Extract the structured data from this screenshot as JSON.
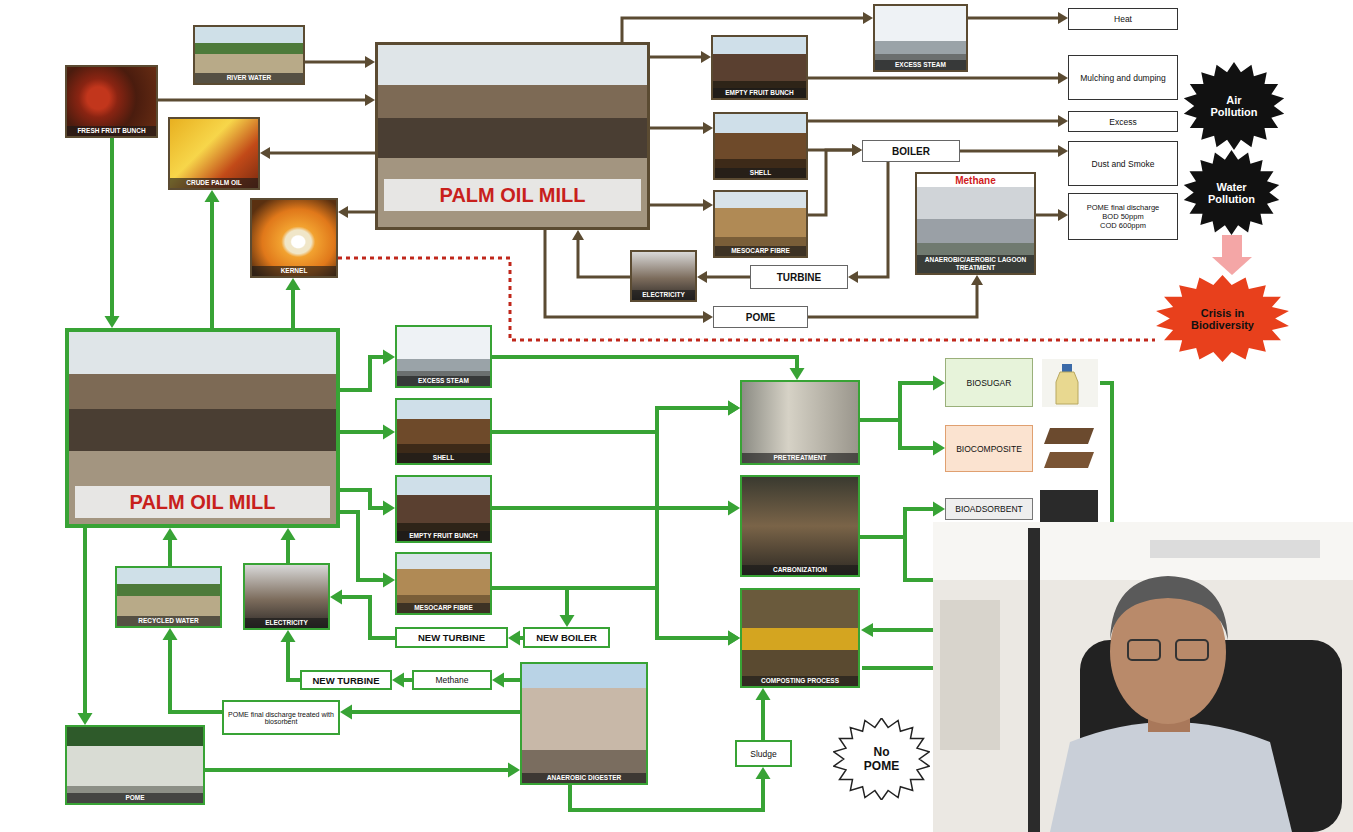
{
  "diagram": {
    "nodes": [
      {
        "text": [
          "FRESH FRUIT BUNCH"
        ]
      },
      {
        "text": [
          "RIVER WATER"
        ]
      },
      {
        "text": [
          "PALM OIL MILL"
        ]
      },
      {
        "text": [
          "CRUDE PALM OIL"
        ]
      },
      {
        "text": [
          "KERNEL"
        ]
      },
      {
        "text": [
          "EXCESS STEAM"
        ]
      },
      {
        "text": [
          "EMPTY FRUIT BUNCH"
        ]
      },
      {
        "text": [
          "SHELL"
        ]
      },
      {
        "text": [
          "MESOCARP FIBRE"
        ]
      },
      {
        "text": [
          "ELECTRICITY"
        ]
      },
      {
        "text": [
          "BOILER"
        ]
      },
      {
        "text": [
          "TURBINE"
        ]
      },
      {
        "text": [
          "POME"
        ]
      },
      {
        "text": [
          "Methane",
          "ANAEROBIC/AEROBIC LAGOON TREATMENT"
        ]
      },
      {
        "text": [
          "Heat"
        ]
      },
      {
        "text": [
          "Mulching and dumping"
        ]
      },
      {
        "text": [
          "Excess"
        ]
      },
      {
        "text": [
          "Dust and Smoke"
        ]
      },
      {
        "text": [
          "POME final discharge",
          "BOD 50ppm",
          "COD 600ppm"
        ]
      },
      {
        "text": [
          "Air Pollution"
        ]
      },
      {
        "text": [
          "Water Pollution"
        ]
      },
      {
        "text": [
          "Crisis in Biodiversity"
        ]
      },
      {
        "text": [
          "PALM OIL MILL"
        ]
      },
      {
        "text": [
          "EXCESS STEAM"
        ]
      },
      {
        "text": [
          "SHELL"
        ]
      },
      {
        "text": [
          "EMPTY FRUIT BUNCH"
        ]
      },
      {
        "text": [
          "MESOCARP FIBRE"
        ]
      },
      {
        "text": [
          "RECYCLED WATER"
        ]
      },
      {
        "text": [
          "ELECTRICITY"
        ]
      },
      {
        "text": [
          "NEW TURBINE"
        ]
      },
      {
        "text": [
          "NEW BOILER"
        ]
      },
      {
        "text": [
          "NEW TURBINE"
        ]
      },
      {
        "text": [
          "Methane"
        ]
      },
      {
        "text": [
          "POME final discharge treated with biosorbent"
        ]
      },
      {
        "text": [
          "ANAEROBIC DIGESTER"
        ]
      },
      {
        "text": [
          "POME"
        ]
      },
      {
        "text": [
          "PRETREATMENT"
        ]
      },
      {
        "text": [
          "CARBONIZATION"
        ]
      },
      {
        "text": [
          "COMPOSTING PROCESS"
        ]
      },
      {
        "text": [
          "Sludge"
        ]
      },
      {
        "text": [
          "No POME"
        ]
      },
      {
        "text": [
          "BIOSUGAR"
        ]
      },
      {
        "text": [
          "BIOCOMPOSITE"
        ]
      },
      {
        "text": [
          "BIOADSORBENT"
        ]
      }
    ],
    "edges": [
      {
        "from": 0,
        "to": 2,
        "arrow": "to"
      },
      {
        "from": 1,
        "to": 2,
        "arrow": "to"
      },
      {
        "from": 2,
        "to": 3,
        "arrow": "to"
      },
      {
        "from": 2,
        "to": 4,
        "arrow": "to"
      },
      {
        "from": 2,
        "to": 5,
        "arrow": "to"
      },
      {
        "from": 2,
        "to": 6,
        "arrow": "to"
      },
      {
        "from": 2,
        "to": 7,
        "arrow": "to"
      },
      {
        "from": 2,
        "to": 8,
        "arrow": "to"
      },
      {
        "from": 5,
        "to": 14,
        "arrow": "to"
      },
      {
        "from": 6,
        "to": 15,
        "arrow": "to"
      },
      {
        "from": 7,
        "to": 16,
        "arrow": "to"
      },
      {
        "from": 7,
        "to": 10,
        "arrow": "to"
      },
      {
        "from": 8,
        "to": 10,
        "arrow": "to"
      },
      {
        "from": 10,
        "to": 17,
        "arrow": "to"
      },
      {
        "from": 10,
        "to": 11,
        "arrow": "to"
      },
      {
        "from": 11,
        "to": 9,
        "arrow": "to"
      },
      {
        "from": 9,
        "to": 2,
        "arrow": "to"
      },
      {
        "from": 2,
        "to": 12,
        "arrow": "to"
      },
      {
        "from": 12,
        "to": 13,
        "arrow": "to"
      },
      {
        "from": 13,
        "to": 18,
        "arrow": "to"
      },
      {
        "from": 20,
        "to": 21,
        "arrow": "to"
      },
      {
        "from": 4,
        "to": 21,
        "arrow": "none"
      },
      {
        "from": 0,
        "to": 22,
        "arrow": "to"
      },
      {
        "from": 22,
        "to": 3,
        "arrow": "to"
      },
      {
        "from": 22,
        "to": 4,
        "arrow": "to"
      },
      {
        "from": 22,
        "to": 23,
        "arrow": "to"
      },
      {
        "from": 22,
        "to": 24,
        "arrow": "to"
      },
      {
        "from": 22,
        "to": 25,
        "arrow": "to"
      },
      {
        "from": 22,
        "to": 26,
        "arrow": "to"
      },
      {
        "from": 23,
        "to": 36,
        "arrow": "to"
      },
      {
        "from": 24,
        "to": 36,
        "arrow": "to"
      },
      {
        "from": 25,
        "to": 36,
        "arrow": "to"
      },
      {
        "from": 25,
        "to": 37,
        "arrow": "to"
      },
      {
        "from": 25,
        "to": 38,
        "arrow": "to"
      },
      {
        "from": 26,
        "to": 30,
        "arrow": "to"
      },
      {
        "from": 26,
        "to": 38,
        "arrow": "to"
      },
      {
        "from": 30,
        "to": 29,
        "arrow": "to"
      },
      {
        "from": 29,
        "to": 28,
        "arrow": "to"
      },
      {
        "from": 28,
        "to": 22,
        "arrow": "to"
      },
      {
        "from": 27,
        "to": 22,
        "arrow": "to"
      },
      {
        "from": 22,
        "to": 35,
        "arrow": "to"
      },
      {
        "from": 35,
        "to": 34,
        "arrow": "to"
      },
      {
        "from": 34,
        "to": 32,
        "arrow": "to"
      },
      {
        "from": 32,
        "to": 31,
        "arrow": "to"
      },
      {
        "from": 31,
        "to": 28,
        "arrow": "to"
      },
      {
        "from": 34,
        "to": 33,
        "arrow": "to"
      },
      {
        "from": 33,
        "to": 27,
        "arrow": "to"
      },
      {
        "from": 34,
        "to": 39,
        "arrow": "to"
      },
      {
        "from": 39,
        "to": 38,
        "arrow": "to"
      },
      {
        "from": 36,
        "to": 41,
        "arrow": "to"
      },
      {
        "from": 36,
        "to": 42,
        "arrow": "to"
      },
      {
        "from": 37,
        "to": 43,
        "arrow": "to"
      }
    ]
  }
}
